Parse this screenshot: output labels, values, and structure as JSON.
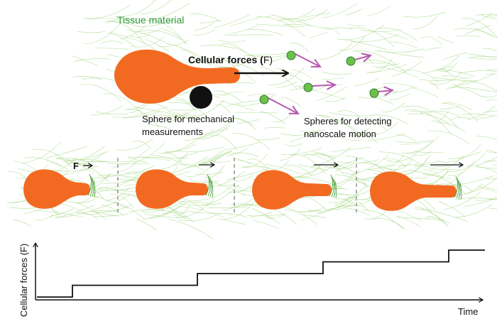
{
  "labels": {
    "tissue_material": "Tissue material",
    "cellular_forces_main": "Cellular forces (",
    "cellular_forces_f": "F",
    "cellular_forces_close": ")",
    "sphere_mech_line1": "Sphere for mechanical",
    "sphere_mech_line2": "measurements",
    "spheres_detect_line1": "Spheres for detecting",
    "spheres_detect_line2": "nanoscale motion",
    "panel_force_label": "F"
  },
  "graph": {
    "ylabel": "Cellular forces (F)",
    "xlabel": "Time",
    "steps": [
      {
        "t": 0,
        "force": 0
      },
      {
        "t": 1,
        "force": 1
      },
      {
        "t": 2,
        "force": 2
      },
      {
        "t": 3,
        "force": 3
      },
      {
        "t": 4,
        "force": 4
      }
    ]
  },
  "colors": {
    "cell": "#F26A21",
    "fiber": "#9ED47A",
    "fiber_dark": "#3E9A2C",
    "label_green": "#2E9A3A",
    "sphere_green": "#6CC04A",
    "motion_arrow": "#B65AB0",
    "text": "#1a1a1a"
  },
  "icons": {
    "force_arrow": "right-arrow-icon",
    "motion_arrow": "right-arrow-icon"
  }
}
